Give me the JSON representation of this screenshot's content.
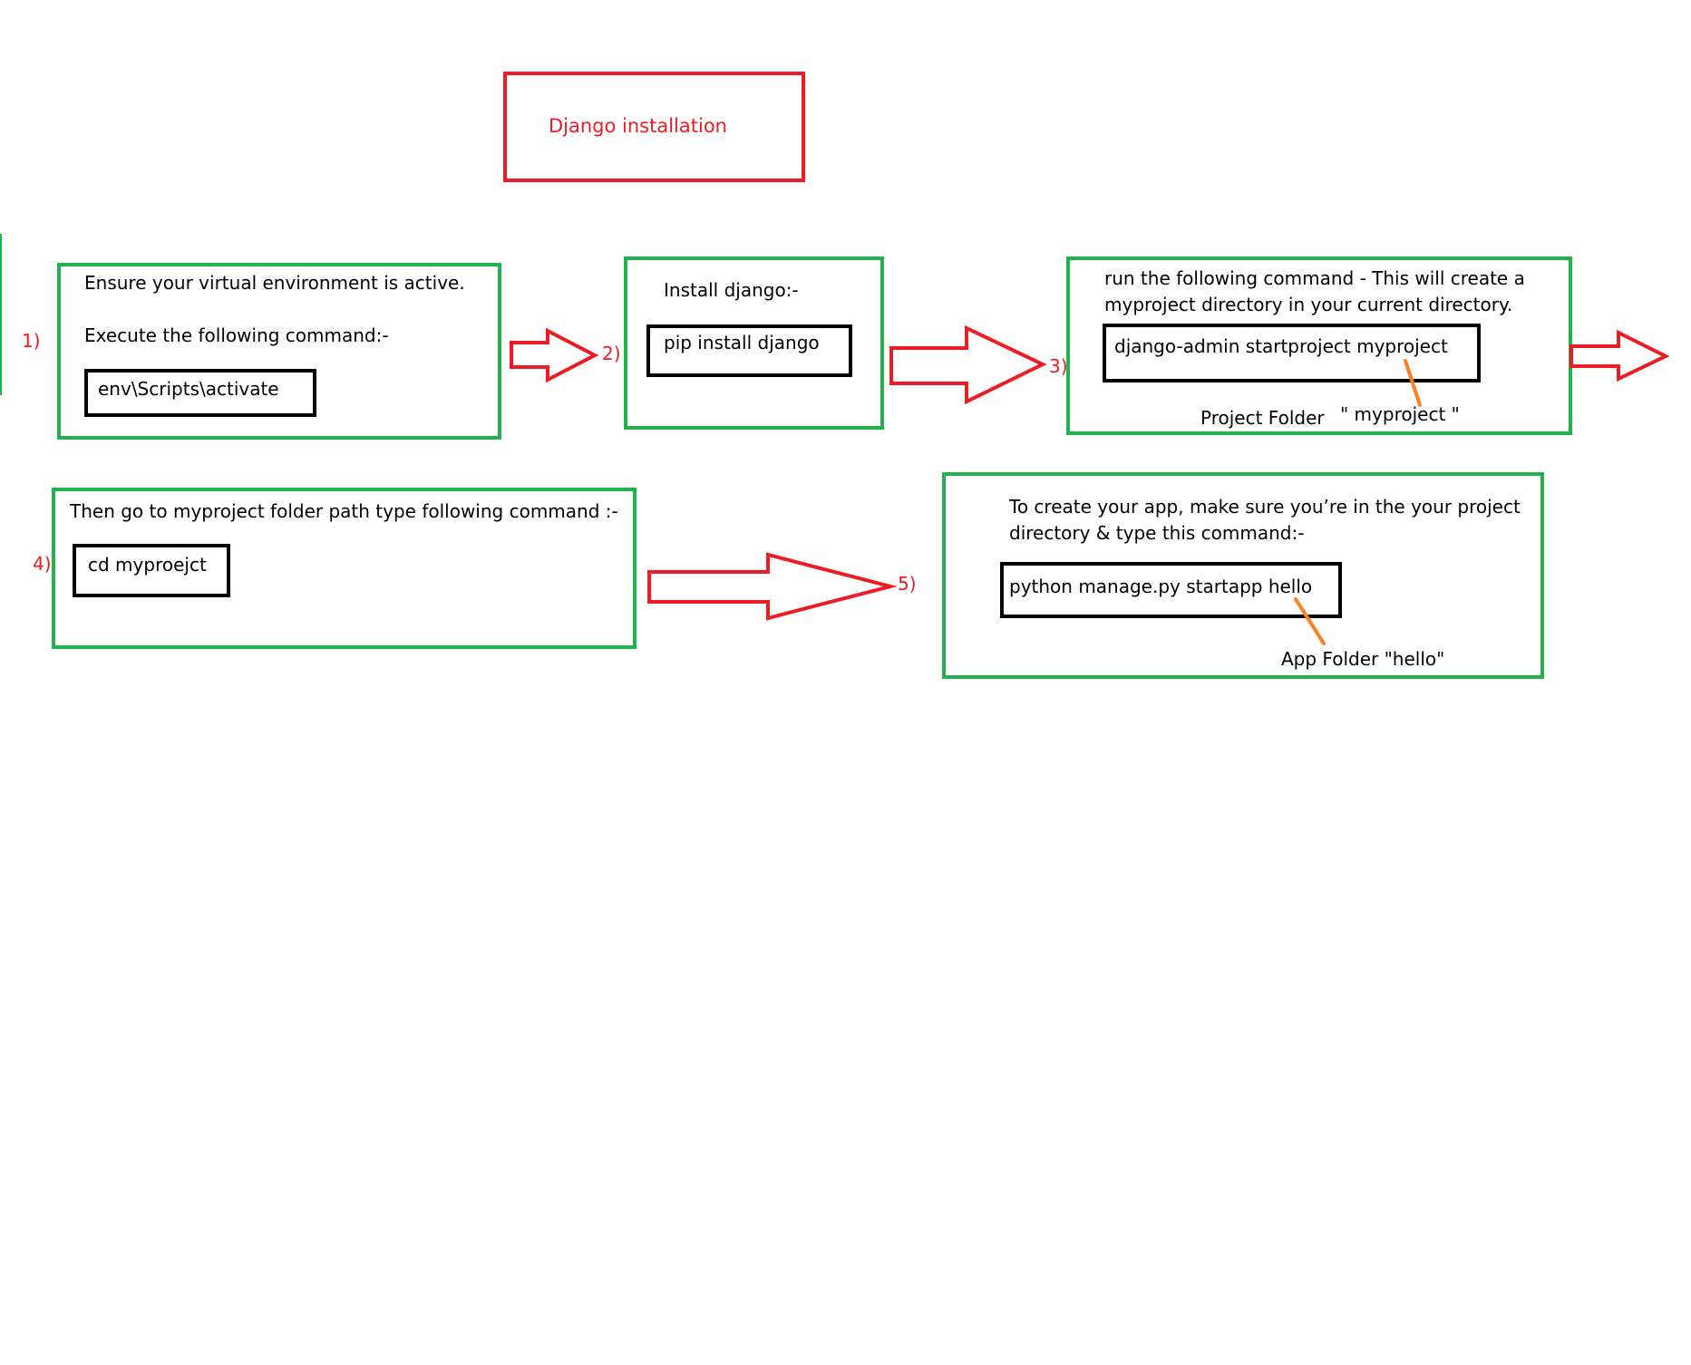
{
  "title": "Django installation",
  "colors": {
    "step_box_border": "#22b14c",
    "command_box_border": "#000000",
    "title_box_border": "#ed1c24",
    "arrow_outline": "#ed1c24",
    "step_number": "#ed1c24",
    "pointer_line": "#ff7f27"
  },
  "steps": [
    {
      "number": "1)",
      "lines": [
        "Ensure your virtual environment is active.",
        "Execute the following command:-"
      ],
      "command": "env\\Scripts\\activate"
    },
    {
      "number": "2)",
      "lines": [
        "Install django:-"
      ],
      "command": "pip install django"
    },
    {
      "number": "3)",
      "lines": [
        "run the following command - This will create a",
        "myproject  directory in your current directory."
      ],
      "command": "django-admin startproject  myproject",
      "note_label": "Project Folder",
      "note_value": "\"   myproject              \""
    },
    {
      "number": "4)",
      "lines": [
        "Then go to myproject folder path type following command :-"
      ],
      "command": "cd myproejct"
    },
    {
      "number": "5)",
      "lines": [
        "To create your app, make sure you’re in the your project",
        "directory &  type this command:-"
      ],
      "command": "python manage.py  startapp hello",
      "note_label": "App Folder  \"hello\""
    }
  ]
}
